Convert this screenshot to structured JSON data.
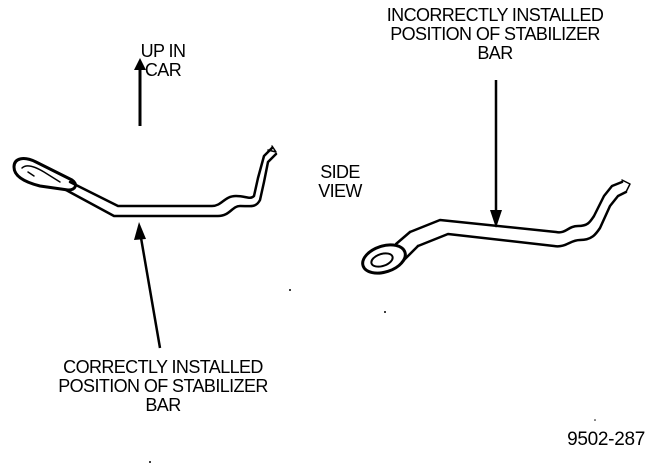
{
  "labels": {
    "up_in_car": [
      "UP IN",
      "CAR"
    ],
    "side_view": [
      "SIDE",
      "VIEW"
    ],
    "incorrect": [
      "INCORRECTLY INSTALLED",
      "POSITION OF STABILIZER",
      "BAR"
    ],
    "correct": [
      "CORRECTLY INSTALLED",
      "POSITION OF STABILIZER",
      "BAR"
    ]
  },
  "figure_number": "9502-287"
}
